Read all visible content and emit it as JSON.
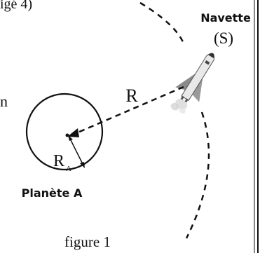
{
  "top_fragment": "igé 4)",
  "left_fragment": "n",
  "shuttle_name": "Navette",
  "shuttle_symbol": "(S)",
  "orbit_radius_label": "R",
  "planet_radius_label": "R",
  "planet_radius_subscript": "A",
  "planet_name": "Planète A",
  "caption": "figure 1",
  "colors": {
    "ink": "#111111",
    "shuttle_body": "#e6e6e6",
    "shuttle_shadow": "#7a7a7a"
  },
  "icons": [
    "space-shuttle-icon"
  ]
}
